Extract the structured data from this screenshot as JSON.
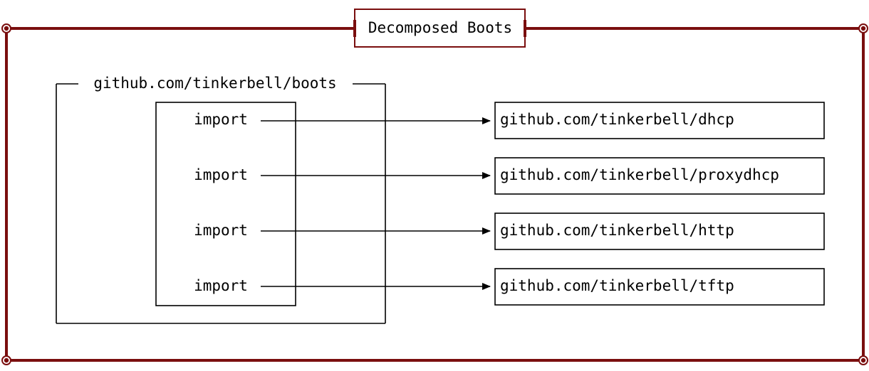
{
  "frame": {
    "title": "Decomposed Boots",
    "color": "#7a0e0e"
  },
  "boots": {
    "label": "github.com/tinkerbell/boots"
  },
  "imports": [
    {
      "label": "import",
      "target": "github.com/tinkerbell/dhcp"
    },
    {
      "label": "import",
      "target": "github.com/tinkerbell/proxydhcp"
    },
    {
      "label": "import",
      "target": "github.com/tinkerbell/http"
    },
    {
      "label": "import",
      "target": "github.com/tinkerbell/tftp"
    }
  ]
}
